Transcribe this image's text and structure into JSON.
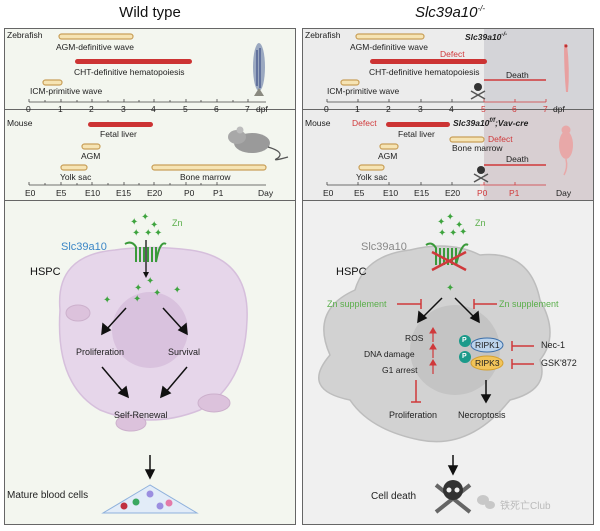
{
  "columns": {
    "wild_type": {
      "title": "Wild type"
    },
    "knockout": {
      "title": "Slc39a10",
      "title_superscript": "-/-"
    }
  },
  "zebrafish": {
    "label": "Zebrafish",
    "axis_ticks": [
      "0",
      "1",
      "2",
      "3",
      "4",
      "5",
      "6",
      "7"
    ],
    "axis_unit": "dpf",
    "bars": {
      "agm": "AGM-definitive wave",
      "cht": "CHT-definitive hematopoiesis",
      "icm": "ICM-primitive wave"
    },
    "ko_genotype": "Slc39a10",
    "ko_genotype_sup": "-/-",
    "defect": "Defect",
    "death": "Death"
  },
  "mouse": {
    "label": "Mouse",
    "axis_ticks": [
      "E0",
      "E5",
      "E10",
      "E15",
      "E20",
      "P0",
      "P1",
      "Day"
    ],
    "bars": {
      "fetal_liver": "Fetal liver",
      "agm": "AGM",
      "yolk_sac": "Yolk sac",
      "bone_marrow": "Bone marrow"
    },
    "ko_genotype": "Slc39a10",
    "ko_genotype_sup": "f/f",
    "ko_genotype_suffix": ";Vav-cre",
    "defect": "Defect",
    "death": "Death"
  },
  "wt_cell": {
    "zn": "Zn",
    "transporter": "Slc39a10",
    "cell": "HSPC",
    "proliferation": "Proliferation",
    "survival": "Survival",
    "self_renewal": "Self-Renewal",
    "mature": "Mature blood cells"
  },
  "ko_cell": {
    "zn": "Zn",
    "transporter": "Slc39a10",
    "cell": "HSPC",
    "zn_supp_left": "Zn supplement",
    "zn_supp_right": "Zn supplement",
    "ros": "ROS",
    "dna": "DNA damage",
    "g1": "G1 arrest",
    "proliferation": "Proliferation",
    "ripk1": "RIPK1",
    "ripk3": "RIPK3",
    "p": "P",
    "nec1": "Nec-1",
    "gsk": "GSK'872",
    "necroptosis": "Necroptosis",
    "cell_death": "Cell death"
  },
  "watermark": "铁死亡Club",
  "colors": {
    "red_bar": "#cc3333",
    "tan_bar": "#d9b97a",
    "zn_green": "#3ea43e",
    "slc_blue": "#3b86c6",
    "cell_purple": "#e6d6ea",
    "ko_cell": "#cfcfcf"
  }
}
